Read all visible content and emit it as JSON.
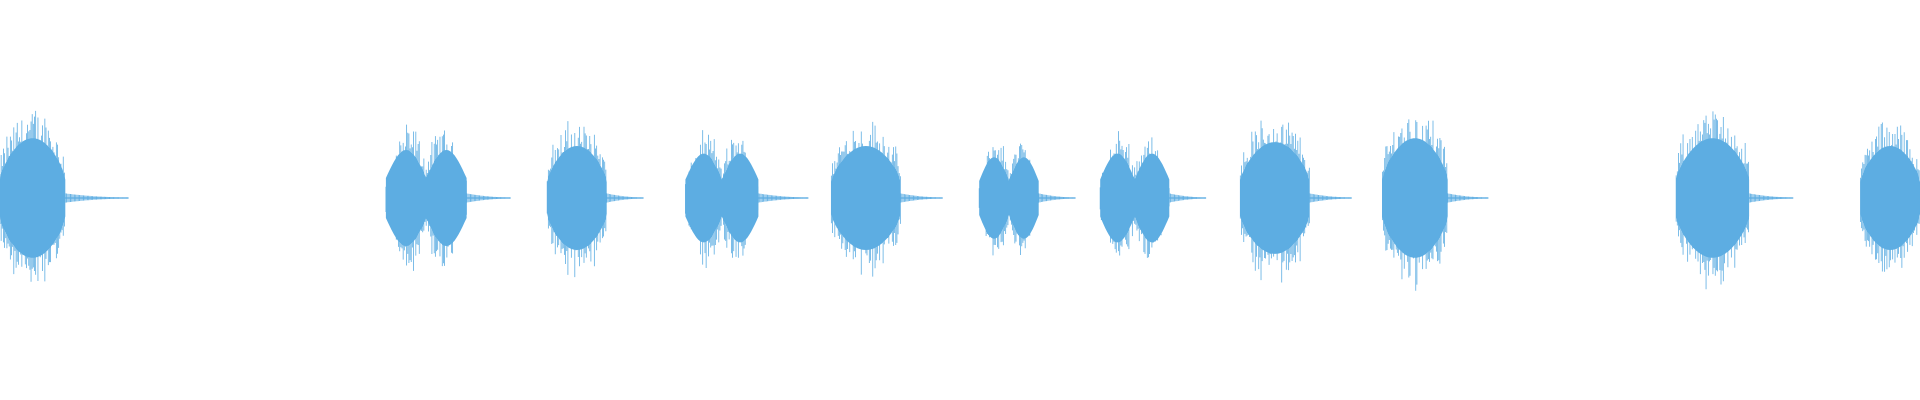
{
  "waveform": {
    "color": "#5DADE2",
    "center_line_color": "#5DADE2",
    "background_color": "#FFFFFF",
    "bursts": [
      {
        "start": 0.0,
        "dense_end": 0.034,
        "tail_end": 0.067,
        "peak_amplitude": 0.46,
        "shape": "single"
      },
      {
        "start": 0.201,
        "dense_end": 0.243,
        "tail_end": 0.266,
        "peak_amplitude": 0.4,
        "shape": "double"
      },
      {
        "start": 0.285,
        "dense_end": 0.316,
        "tail_end": 0.335,
        "peak_amplitude": 0.4,
        "shape": "single"
      },
      {
        "start": 0.357,
        "dense_end": 0.395,
        "tail_end": 0.421,
        "peak_amplitude": 0.37,
        "shape": "double"
      },
      {
        "start": 0.433,
        "dense_end": 0.469,
        "tail_end": 0.491,
        "peak_amplitude": 0.4,
        "shape": "single"
      },
      {
        "start": 0.51,
        "dense_end": 0.541,
        "tail_end": 0.56,
        "peak_amplitude": 0.34,
        "shape": "double"
      },
      {
        "start": 0.573,
        "dense_end": 0.609,
        "tail_end": 0.628,
        "peak_amplitude": 0.37,
        "shape": "double"
      },
      {
        "start": 0.646,
        "dense_end": 0.682,
        "tail_end": 0.704,
        "peak_amplitude": 0.43,
        "shape": "single"
      },
      {
        "start": 0.72,
        "dense_end": 0.754,
        "tail_end": 0.775,
        "peak_amplitude": 0.46,
        "shape": "single"
      },
      {
        "start": 0.873,
        "dense_end": 0.911,
        "tail_end": 0.934,
        "peak_amplitude": 0.46,
        "shape": "single"
      },
      {
        "start": 0.969,
        "dense_end": 1.0,
        "tail_end": 1.0,
        "peak_amplitude": 0.4,
        "shape": "single"
      }
    ]
  }
}
